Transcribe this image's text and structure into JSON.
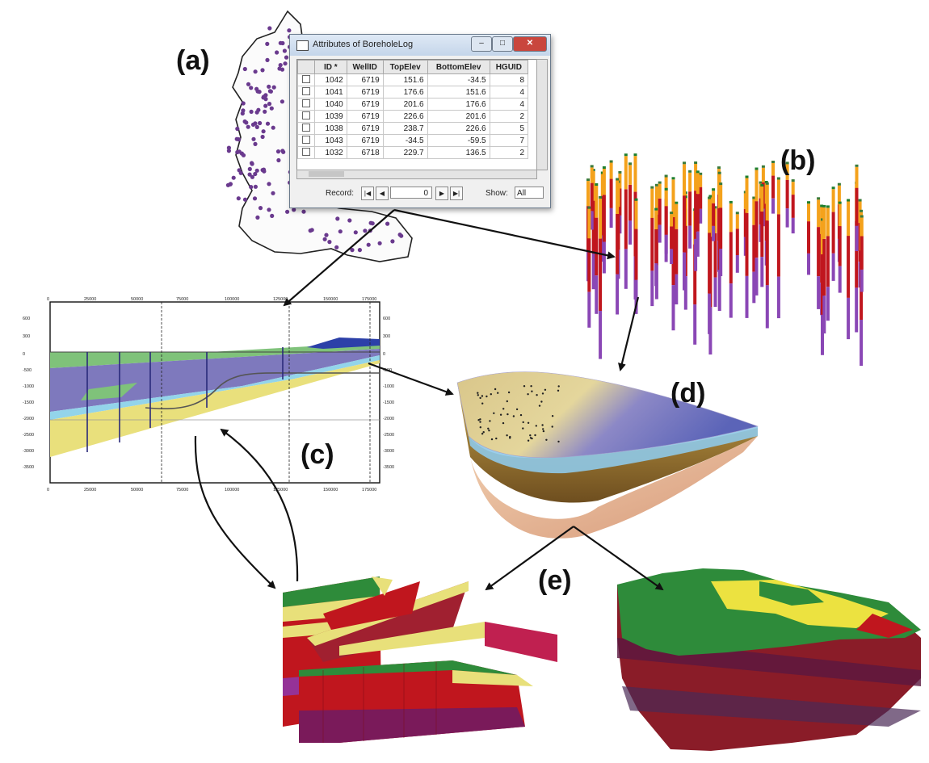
{
  "labels": {
    "a": "(a)",
    "b": "(b)",
    "c": "(c)",
    "d": "(d)",
    "e": "(e)"
  },
  "attributes_window": {
    "title": "Attributes of BoreholeLog",
    "columns": [
      "ID *",
      "WellID",
      "TopElev",
      "BottomElev",
      "HGUID"
    ],
    "rows": [
      [
        "1042",
        "6719",
        "151.6",
        "-34.5",
        "8"
      ],
      [
        "1041",
        "6719",
        "176.6",
        "151.6",
        "4"
      ],
      [
        "1040",
        "6719",
        "201.6",
        "176.6",
        "4"
      ],
      [
        "1039",
        "6719",
        "226.6",
        "201.6",
        "2"
      ],
      [
        "1038",
        "6719",
        "238.7",
        "226.6",
        "5"
      ],
      [
        "1043",
        "6719",
        "-34.5",
        "-59.5",
        "7"
      ],
      [
        "1032",
        "6718",
        "229.7",
        "136.5",
        "2"
      ]
    ],
    "record_label": "Record:",
    "record_value": "0",
    "show_label": "Show:",
    "show_value": "All"
  },
  "cross_section": {
    "top_ticks": [
      "0",
      "25000",
      "50000",
      "75000",
      "100000",
      "125000",
      "150000",
      "175000"
    ],
    "bottom_ticks": [
      "0",
      "25000",
      "50000",
      "75000",
      "100000",
      "125000",
      "150000",
      "175000"
    ],
    "left_ticks": [
      "600",
      "300",
      "0",
      "-500",
      "-1000",
      "-1500",
      "-2000",
      "-2500",
      "-3000",
      "-3500"
    ],
    "right_ticks": [
      "600",
      "300",
      "0",
      "-500",
      "-1000",
      "-1500",
      "-2000",
      "-2500",
      "-3000",
      "-3500"
    ]
  },
  "colors": {
    "green": "#6fb86a",
    "blue_purple": "#7a73b8",
    "yellow": "#e8e07a",
    "cyan": "#8ed3e8",
    "red": "#c0161e",
    "orange": "#f4a21c",
    "purple": "#8a47b5",
    "dark_green": "#1e7f2e"
  }
}
